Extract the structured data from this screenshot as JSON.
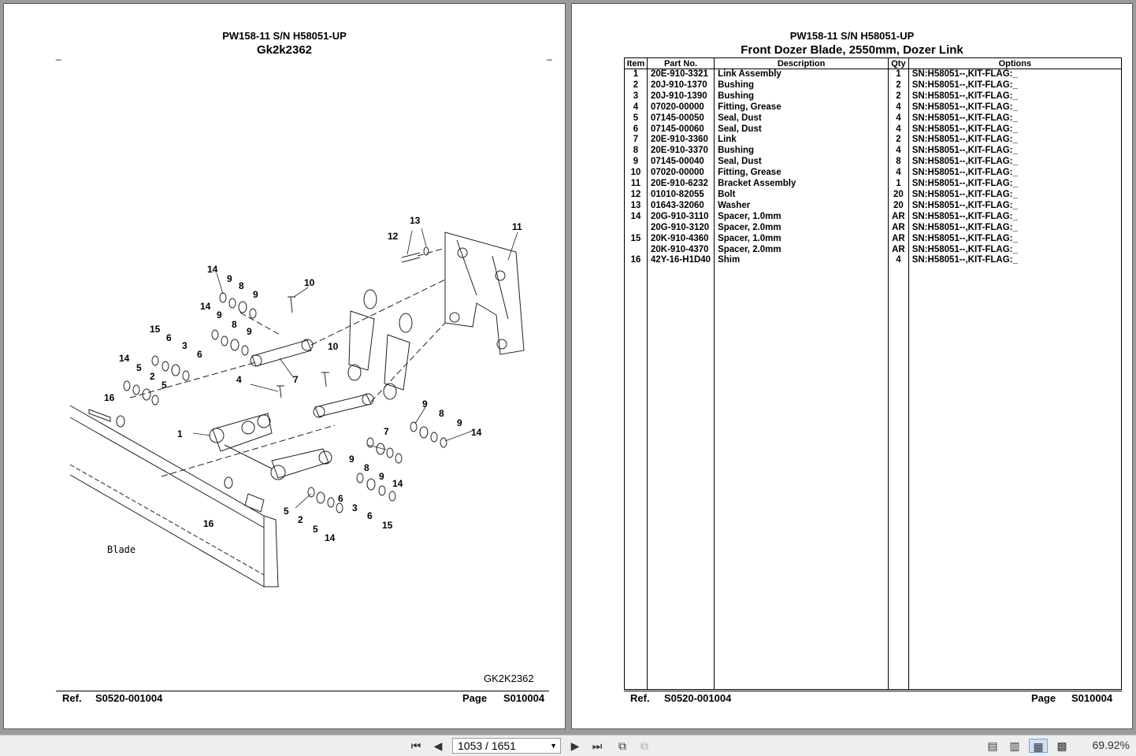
{
  "left_page": {
    "model": "PW158-11 S/N H58051-UP",
    "drawing_id": "Gk2k2362",
    "drawing_label": "GK2K2362",
    "blade_label": "Blade",
    "callouts": [
      "1",
      "2",
      "3",
      "4",
      "5",
      "6",
      "7",
      "8",
      "9",
      "10",
      "11",
      "12",
      "13",
      "14",
      "15",
      "16"
    ],
    "ref_label": "Ref.",
    "ref_value": "S0520-001004",
    "page_label": "Page",
    "page_value": "S010004"
  },
  "right_page": {
    "model": "PW158-11 S/N H58051-UP",
    "title": "Front Dozer Blade, 2550mm, Dozer Link",
    "columns": [
      "Item",
      "Part No.",
      "Description",
      "Qty",
      "Options"
    ],
    "rows": [
      {
        "item": "1",
        "part": "20E-910-3321",
        "desc": "Link Assembly",
        "qty": "1",
        "opt": "SN:H58051--,KIT-FLAG:_"
      },
      {
        "item": "2",
        "part": "20J-910-1370",
        "desc": "Bushing",
        "qty": "2",
        "opt": "SN:H58051--,KIT-FLAG:_"
      },
      {
        "item": "3",
        "part": "20J-910-1390",
        "desc": "Bushing",
        "qty": "2",
        "opt": "SN:H58051--,KIT-FLAG:_"
      },
      {
        "item": "4",
        "part": "07020-00000",
        "desc": "Fitting, Grease",
        "qty": "4",
        "opt": "SN:H58051--,KIT-FLAG:_"
      },
      {
        "item": "5",
        "part": "07145-00050",
        "desc": "Seal, Dust",
        "qty": "4",
        "opt": "SN:H58051--,KIT-FLAG:_"
      },
      {
        "item": "6",
        "part": "07145-00060",
        "desc": "Seal, Dust",
        "qty": "4",
        "opt": "SN:H58051--,KIT-FLAG:_"
      },
      {
        "item": "7",
        "part": "20E-910-3360",
        "desc": "Link",
        "qty": "2",
        "opt": "SN:H58051--,KIT-FLAG:_"
      },
      {
        "item": "8",
        "part": "20E-910-3370",
        "desc": "Bushing",
        "qty": "4",
        "opt": "SN:H58051--,KIT-FLAG:_"
      },
      {
        "item": "9",
        "part": "07145-00040",
        "desc": "Seal, Dust",
        "qty": "8",
        "opt": "SN:H58051--,KIT-FLAG:_"
      },
      {
        "item": "10",
        "part": "07020-00000",
        "desc": "Fitting, Grease",
        "qty": "4",
        "opt": "SN:H58051--,KIT-FLAG:_"
      },
      {
        "item": "11",
        "part": "20E-910-6232",
        "desc": "Bracket Assembly",
        "qty": "1",
        "opt": "SN:H58051--,KIT-FLAG:_"
      },
      {
        "item": "12",
        "part": "01010-82055",
        "desc": "Bolt",
        "qty": "20",
        "opt": "SN:H58051--,KIT-FLAG:_"
      },
      {
        "item": "13",
        "part": "01643-32060",
        "desc": "Washer",
        "qty": "20",
        "opt": "SN:H58051--,KIT-FLAG:_"
      },
      {
        "item": "14",
        "part": "20G-910-3110",
        "desc": "Spacer, 1.0mm",
        "qty": "AR",
        "opt": "SN:H58051--,KIT-FLAG:_"
      },
      {
        "item": "",
        "part": "20G-910-3120",
        "desc": "Spacer, 2.0mm",
        "qty": "AR",
        "opt": "SN:H58051--,KIT-FLAG:_"
      },
      {
        "item": "15",
        "part": "20K-910-4360",
        "desc": "Spacer, 1.0mm",
        "qty": "AR",
        "opt": "SN:H58051--,KIT-FLAG:_"
      },
      {
        "item": "",
        "part": "20K-910-4370",
        "desc": "Spacer, 2.0mm",
        "qty": "AR",
        "opt": "SN:H58051--,KIT-FLAG:_"
      },
      {
        "item": "16",
        "part": "42Y-16-H1D40",
        "desc": "Shim",
        "qty": "4",
        "opt": "SN:H58051--,KIT-FLAG:_"
      }
    ],
    "ref_label": "Ref.",
    "ref_value": "S0520-001004",
    "page_label": "Page",
    "page_value": "S010004"
  },
  "toolbar": {
    "page_indicator": "1053 / 1651",
    "zoom": "69.92%"
  }
}
